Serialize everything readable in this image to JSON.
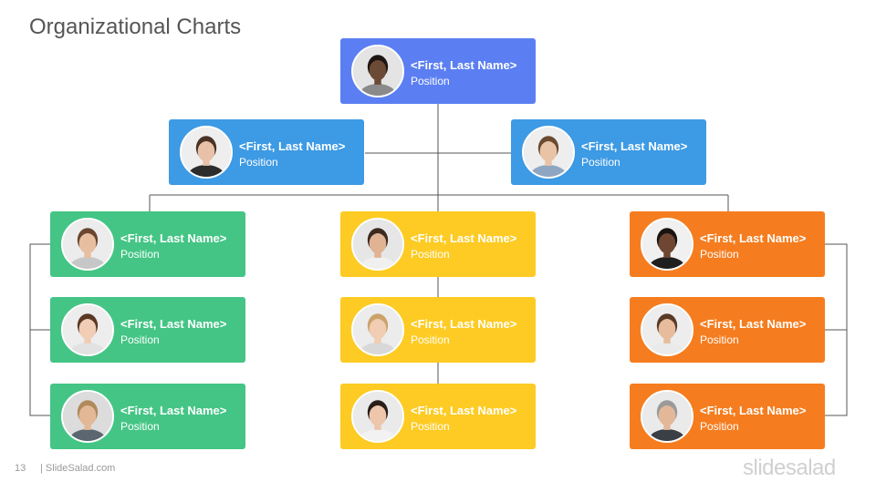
{
  "title": "Organizational Charts",
  "colors": {
    "top": "#5B7FF2",
    "level2": "#3D9AE4",
    "green": "#44C585",
    "yellow": "#FDCB23",
    "orange": "#F57D1F",
    "connector": "#555555"
  },
  "nodes": [
    {
      "id": "ceo",
      "name": "<First, Last Name>",
      "position": "Position",
      "color": "top",
      "avatar": {
        "skin": "#6b4a36",
        "hair": "#1e1612",
        "shirt": "#8a8a8a",
        "bg": "#e4e4e4"
      }
    },
    {
      "id": "l2-left",
      "name": "<First, Last Name>",
      "position": "Position",
      "color": "level2",
      "avatar": {
        "skin": "#e8c1a8",
        "hair": "#4a3226",
        "shirt": "#2c2c2c",
        "bg": "#eeeeee"
      }
    },
    {
      "id": "l2-right",
      "name": "<First, Last Name>",
      "position": "Position",
      "color": "level2",
      "avatar": {
        "skin": "#e9c3a6",
        "hair": "#6b4a30",
        "shirt": "#8fa6c2",
        "bg": "#eeeeee"
      }
    },
    {
      "id": "green-1",
      "name": "<First, Last Name>",
      "position": "Position",
      "color": "green",
      "avatar": {
        "skin": "#e7bfa0",
        "hair": "#6a4630",
        "shirt": "#c7c7c7",
        "bg": "#ececec"
      }
    },
    {
      "id": "green-2",
      "name": "<First, Last Name>",
      "position": "Position",
      "color": "green",
      "avatar": {
        "skin": "#f0cdb4",
        "hair": "#5a3a26",
        "shirt": "#e2e2e2",
        "bg": "#ededed"
      }
    },
    {
      "id": "green-3",
      "name": "<First, Last Name>",
      "position": "Position",
      "color": "green",
      "avatar": {
        "skin": "#e2b897",
        "hair": "#b08a5a",
        "shirt": "#5c6670",
        "bg": "#dcdcdc"
      }
    },
    {
      "id": "yellow-1",
      "name": "<First, Last Name>",
      "position": "Position",
      "color": "yellow",
      "avatar": {
        "skin": "#e0b393",
        "hair": "#3c2a20",
        "shirt": "#f0f0f0",
        "bg": "#e6e6e6"
      }
    },
    {
      "id": "yellow-2",
      "name": "<First, Last Name>",
      "position": "Position",
      "color": "yellow",
      "avatar": {
        "skin": "#f0cdb3",
        "hair": "#caa36a",
        "shirt": "#d8d8d8",
        "bg": "#ececec"
      }
    },
    {
      "id": "yellow-3",
      "name": "<First, Last Name>",
      "position": "Position",
      "color": "yellow",
      "avatar": {
        "skin": "#edc6ab",
        "hair": "#2a1e18",
        "shirt": "#f2f2f2",
        "bg": "#eaeaea"
      }
    },
    {
      "id": "orange-1",
      "name": "<First, Last Name>",
      "position": "Position",
      "color": "orange",
      "avatar": {
        "skin": "#6e4632",
        "hair": "#1a1410",
        "shirt": "#1f1f1f",
        "bg": "#f0f0f0"
      }
    },
    {
      "id": "orange-2",
      "name": "<First, Last Name>",
      "position": "Position",
      "color": "orange",
      "avatar": {
        "skin": "#e7bc9c",
        "hair": "#5a3a28",
        "shirt": "#eaeaea",
        "bg": "#ededed"
      }
    },
    {
      "id": "orange-3",
      "name": "<First, Last Name>",
      "position": "Position",
      "color": "orange",
      "avatar": {
        "skin": "#e3b899",
        "hair": "#9a9a9a",
        "shirt": "#3a3f46",
        "bg": "#eaeaea"
      }
    }
  ],
  "footer": {
    "page_number": "13",
    "site": "| SlideSalad.com",
    "logo": "slidesalad"
  }
}
